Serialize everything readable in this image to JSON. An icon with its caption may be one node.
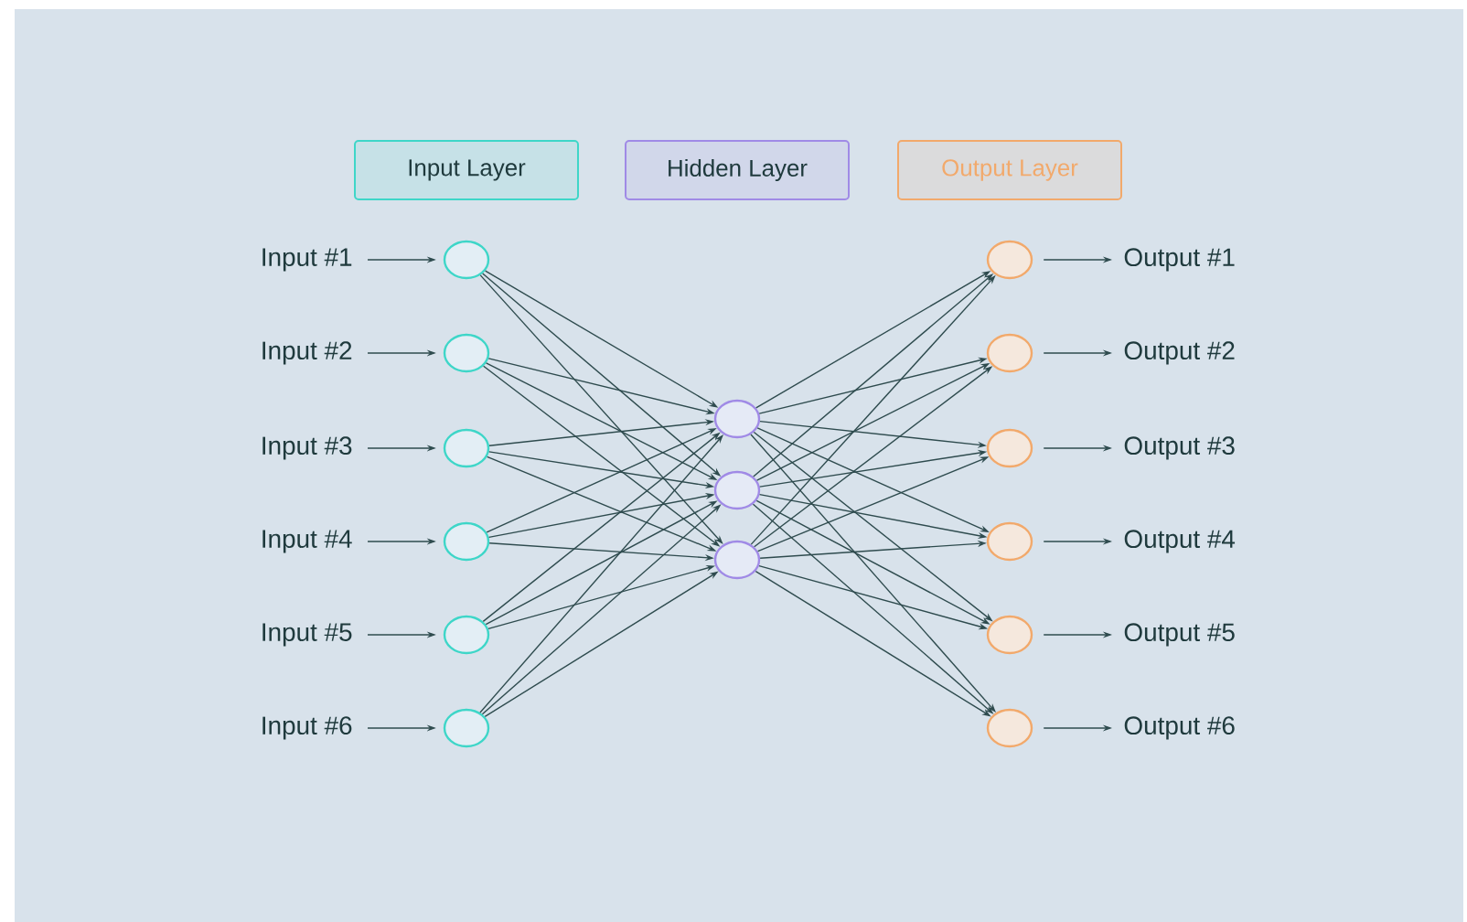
{
  "diagram": {
    "nodes": [
      {
        "text": [
          "Input #1"
        ]
      },
      {
        "text": [
          "Input #2"
        ]
      },
      {
        "text": [
          "Input #3"
        ]
      },
      {
        "text": [
          "Input #4"
        ]
      },
      {
        "text": [
          "Input #5"
        ]
      },
      {
        "text": [
          "Input #6"
        ]
      },
      {
        "text": [],
        "shape": "circle"
      },
      {
        "text": [],
        "shape": "circle"
      },
      {
        "text": [],
        "shape": "circle"
      },
      {
        "text": [],
        "shape": "circle"
      },
      {
        "text": [],
        "shape": "circle"
      },
      {
        "text": [],
        "shape": "circle"
      },
      {
        "text": [],
        "shape": "circle"
      },
      {
        "text": [],
        "shape": "circle"
      },
      {
        "text": [],
        "shape": "circle"
      },
      {
        "text": [],
        "shape": "circle"
      },
      {
        "text": [],
        "shape": "circle"
      },
      {
        "text": [],
        "shape": "circle"
      },
      {
        "text": [],
        "shape": "circle"
      },
      {
        "text": [],
        "shape": "circle"
      },
      {
        "text": [],
        "shape": "circle"
      },
      {
        "text": [
          "Output #1"
        ]
      },
      {
        "text": [
          "Output #2"
        ]
      },
      {
        "text": [
          "Output #3"
        ]
      },
      {
        "text": [
          "Output #4"
        ]
      },
      {
        "text": [
          "Output #5"
        ]
      },
      {
        "text": [
          "Output #6"
        ]
      }
    ],
    "edges": [
      {
        "from": 0,
        "to": 6,
        "arrow": "to"
      },
      {
        "from": 1,
        "to": 7,
        "arrow": "to"
      },
      {
        "from": 2,
        "to": 8,
        "arrow": "to"
      },
      {
        "from": 3,
        "to": 9,
        "arrow": "to"
      },
      {
        "from": 4,
        "to": 10,
        "arrow": "to"
      },
      {
        "from": 5,
        "to": 11,
        "arrow": "to"
      },
      {
        "from": 6,
        "to": 12,
        "arrow": "to"
      },
      {
        "from": 6,
        "to": 13,
        "arrow": "to"
      },
      {
        "from": 6,
        "to": 14,
        "arrow": "to"
      },
      {
        "from": 7,
        "to": 12,
        "arrow": "to"
      },
      {
        "from": 7,
        "to": 13,
        "arrow": "to"
      },
      {
        "from": 7,
        "to": 14,
        "arrow": "to"
      },
      {
        "from": 8,
        "to": 12,
        "arrow": "to"
      },
      {
        "from": 8,
        "to": 13,
        "arrow": "to"
      },
      {
        "from": 8,
        "to": 14,
        "arrow": "to"
      },
      {
        "from": 9,
        "to": 12,
        "arrow": "to"
      },
      {
        "from": 9,
        "to": 13,
        "arrow": "to"
      },
      {
        "from": 9,
        "to": 14,
        "arrow": "to"
      },
      {
        "from": 10,
        "to": 12,
        "arrow": "to"
      },
      {
        "from": 10,
        "to": 13,
        "arrow": "to"
      },
      {
        "from": 10,
        "to": 14,
        "arrow": "to"
      },
      {
        "from": 11,
        "to": 12,
        "arrow": "to"
      },
      {
        "from": 11,
        "to": 13,
        "arrow": "to"
      },
      {
        "from": 11,
        "to": 14,
        "arrow": "to"
      },
      {
        "from": 12,
        "to": 15,
        "arrow": "to"
      },
      {
        "from": 12,
        "to": 16,
        "arrow": "to"
      },
      {
        "from": 12,
        "to": 17,
        "arrow": "to"
      },
      {
        "from": 12,
        "to": 18,
        "arrow": "to"
      },
      {
        "from": 12,
        "to": 19,
        "arrow": "to"
      },
      {
        "from": 12,
        "to": 20,
        "arrow": "to"
      },
      {
        "from": 13,
        "to": 15,
        "arrow": "to"
      },
      {
        "from": 13,
        "to": 16,
        "arrow": "to"
      },
      {
        "from": 13,
        "to": 17,
        "arrow": "to"
      },
      {
        "from": 13,
        "to": 18,
        "arrow": "to"
      },
      {
        "from": 13,
        "to": 19,
        "arrow": "to"
      },
      {
        "from": 13,
        "to": 20,
        "arrow": "to"
      },
      {
        "from": 14,
        "to": 15,
        "arrow": "to"
      },
      {
        "from": 14,
        "to": 16,
        "arrow": "to"
      },
      {
        "from": 14,
        "to": 17,
        "arrow": "to"
      },
      {
        "from": 14,
        "to": 18,
        "arrow": "to"
      },
      {
        "from": 14,
        "to": 19,
        "arrow": "to"
      },
      {
        "from": 14,
        "to": 20,
        "arrow": "to"
      },
      {
        "from": 15,
        "to": 21,
        "arrow": "to"
      },
      {
        "from": 16,
        "to": 22,
        "arrow": "to"
      },
      {
        "from": 17,
        "to": 23,
        "arrow": "to"
      },
      {
        "from": 18,
        "to": 24,
        "arrow": "to"
      },
      {
        "from": 19,
        "to": 25,
        "arrow": "to"
      },
      {
        "from": 20,
        "to": 26,
        "arrow": "to"
      }
    ],
    "legend": [
      {
        "text": "Input Layer",
        "color": "#3ed6c8"
      },
      {
        "text": "Hidden Layer",
        "color": "#a08ae6"
      },
      {
        "text": "Output Layer",
        "color": "#f2a96b"
      }
    ]
  }
}
